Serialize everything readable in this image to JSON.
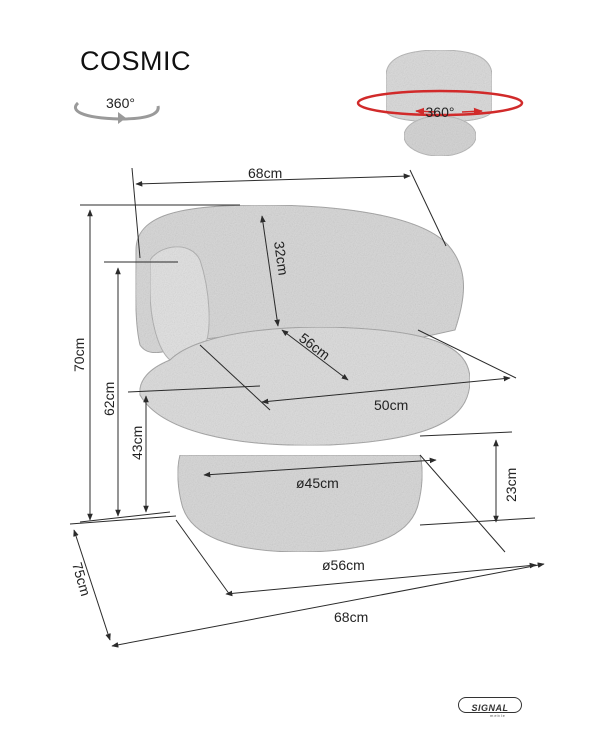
{
  "product": {
    "name": "COSMIC"
  },
  "rotation": {
    "left_badge": "360°",
    "right_badge": "360°"
  },
  "dimensions": {
    "back_width": "68cm",
    "back_height": "32cm",
    "seat_depth": "56cm",
    "seat_width": "50cm",
    "total_height": "70cm",
    "arm_height": "62cm",
    "seat_height": "43cm",
    "base_top_diameter": "ø45cm",
    "base_height": "23cm",
    "base_bottom_diameter": "ø56cm",
    "total_width": "68cm",
    "total_depth": "75cm"
  },
  "brand": {
    "name": "SIGNAL",
    "sub": "meble"
  },
  "colors": {
    "line": "#2b2b2b",
    "fabric": "#d9d9d9",
    "rotation_accent": "#d12a2a"
  }
}
